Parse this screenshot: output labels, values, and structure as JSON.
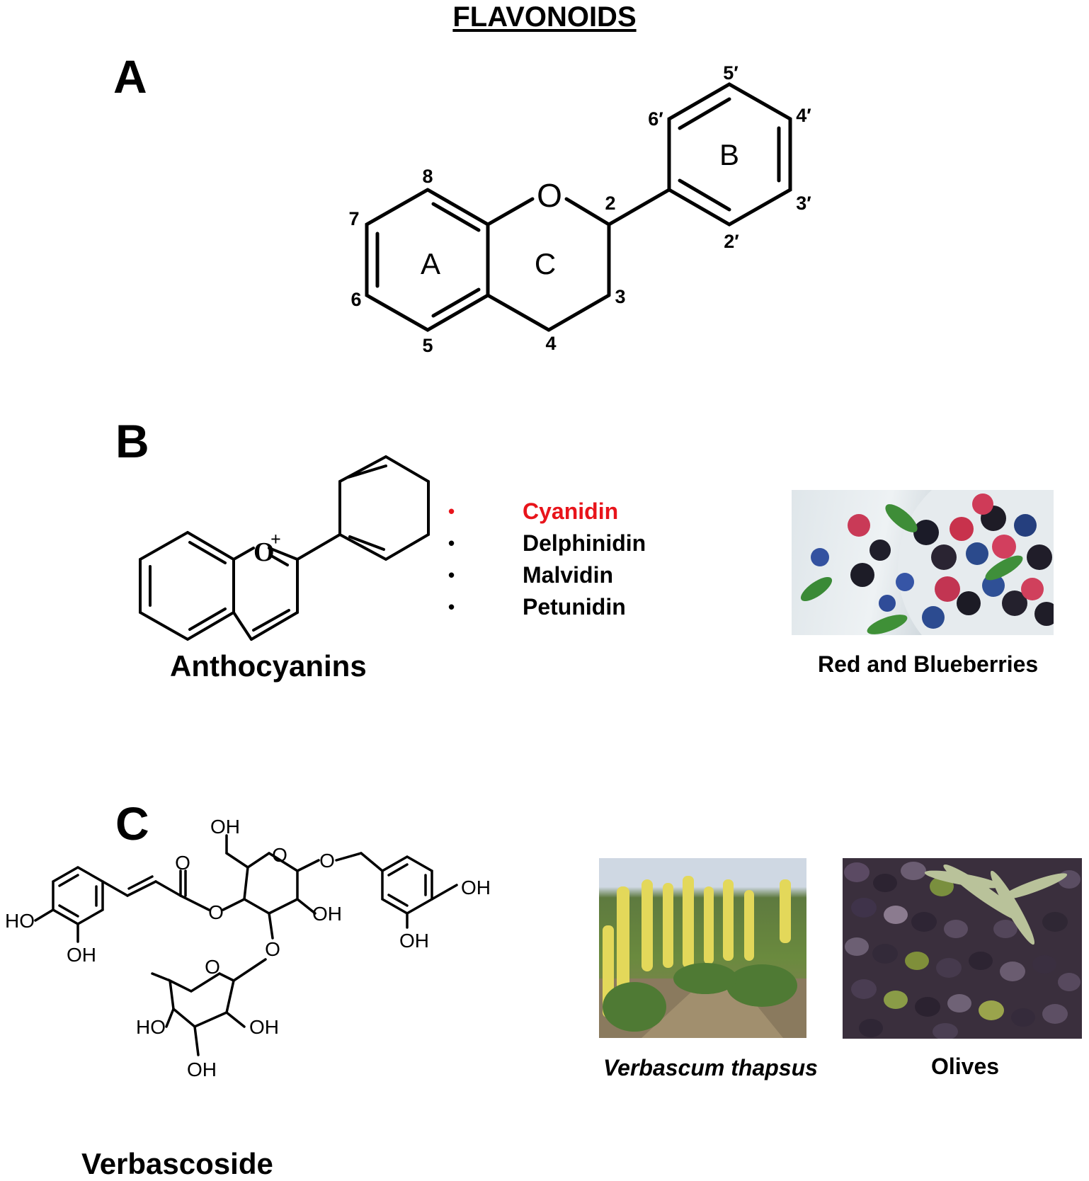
{
  "title": "FLAVONOIDS",
  "panels": {
    "A": {
      "label": "A",
      "rings": [
        "A",
        "C",
        "B"
      ],
      "atoms": {
        "oxygen": "O",
        "p8": "8",
        "p7": "7",
        "p6": "6",
        "p5": "5",
        "p4": "4",
        "p3": "3",
        "p2": "2",
        "p2p": "2′",
        "p3p": "3′",
        "p4p": "4′",
        "p5p": "5′",
        "p6p": "6′"
      }
    },
    "B": {
      "label": "B",
      "oxygen": "O",
      "charge": "+",
      "caption": "Anthocyanins",
      "variants": [
        {
          "name": "Cyanidin",
          "color": "#e8141b"
        },
        {
          "name": "Delphinidin",
          "color": "#000000"
        },
        {
          "name": "Malvidin",
          "color": "#000000"
        },
        {
          "name": "Petunidin",
          "color": "#000000"
        }
      ],
      "bullet": "•",
      "photo_caption": "Red and Blueberries"
    },
    "C": {
      "label": "C",
      "caption": "Verbascoside",
      "groups": {
        "oh_top": "OH",
        "o_ring1": "O",
        "o_glyc": "O",
        "o_carbonyl": "O",
        "o_ester": "O",
        "oh_mid": "OH",
        "o_link": "O",
        "oh_right1": "OH",
        "oh_right2": "OH",
        "ho_left": "HO",
        "oh_left": "OH",
        "o_ring2": "O",
        "ho_rha": "HO",
        "oh_rha1": "OH",
        "oh_rha2": "OH"
      },
      "photo_captions": [
        "Verbascum thapsus",
        "Olives"
      ]
    }
  }
}
